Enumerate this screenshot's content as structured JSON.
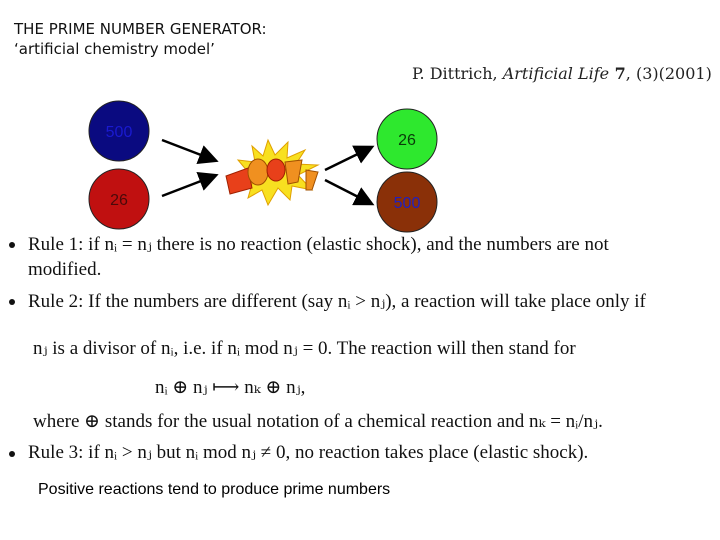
{
  "title": {
    "line1": "THE PRIME NUMBER GENERATOR:",
    "line2": "‘artificial chemistry model’"
  },
  "citation": {
    "author": "P. Dittrich, ",
    "journal": "Artificial Life",
    "volume": " 7",
    "issue": ", (3)(2001)"
  },
  "diagram": {
    "inputs": [
      {
        "label": "500",
        "fill": "#0a0a80",
        "text_color": "#1a1ad0"
      },
      {
        "label": "26",
        "fill": "#c01010",
        "text_color": "#4a0a0a"
      }
    ],
    "outputs": [
      {
        "label": "26",
        "fill": "#2ee82e",
        "text_color": "#0a3a0a"
      },
      {
        "label": "500",
        "fill": "#8a3008",
        "text_color": "#2020c0"
      }
    ],
    "boom_icon": "boom-explosion-icon"
  },
  "rules": {
    "rule1_a": "Rule 1:  if nᵢ = nⱼ  there is no reaction (elastic shock), and the numbers are not",
    "rule1_b": "modified.",
    "rule2_a": "Rule 2:  If the numbers are different (say nᵢ > nⱼ), a reaction will take place only if",
    "rule2_b": "nⱼ is a divisor of nᵢ, i.e. if nᵢ mod nⱼ = 0.  The reaction will then stand for",
    "rule2_formula": "nᵢ ⊕ nⱼ ⟼ nₖ ⊕ nⱼ,",
    "rule2_c": "where ⊕ stands for the usual notation of a chemical reaction and nₖ = nᵢ/nⱼ.",
    "rule3": "Rule 3:  if nᵢ > nⱼ but nᵢ mod nⱼ ≠ 0, no reaction takes place (elastic shock)."
  },
  "footer": "Positive reactions tend to produce prime numbers"
}
